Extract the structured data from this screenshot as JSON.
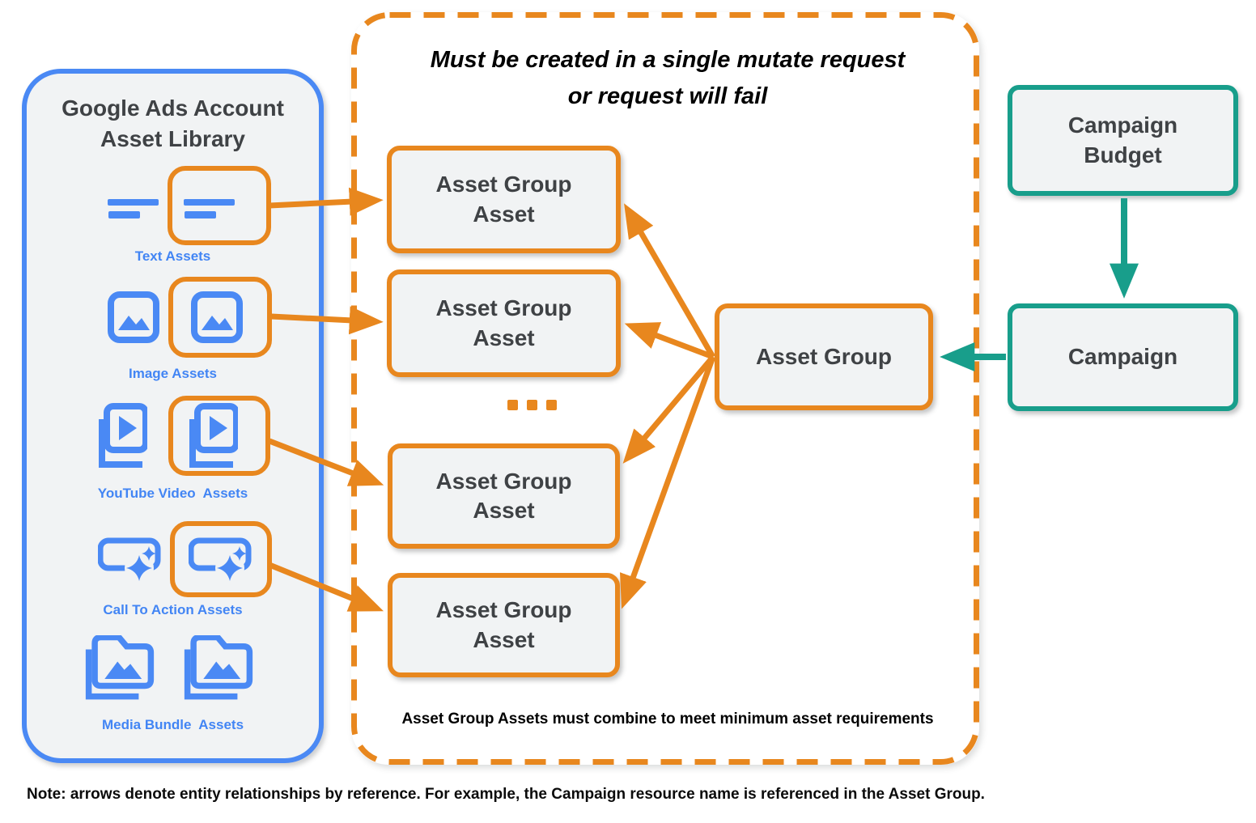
{
  "library": {
    "title_line1": "Google Ads Account",
    "title_line2": "Asset Library",
    "items": [
      {
        "icon": "text-lines-icon",
        "label": "Text Assets"
      },
      {
        "icon": "image-icon",
        "label": "Image Assets"
      },
      {
        "icon": "youtube-video-icon",
        "label": "YouTube Video  Assets"
      },
      {
        "icon": "call-to-action-icon",
        "label": "Call To Action Assets"
      },
      {
        "icon": "media-bundle-icon",
        "label": "Media Bundle  Assets"
      }
    ]
  },
  "mutate_box": {
    "title_line1": "Must be created in a single mutate request",
    "title_line2": "or request will fail",
    "asset_group_asset_boxes": [
      {
        "label": "Asset Group Asset"
      },
      {
        "label": "Asset Group Asset"
      },
      {
        "label": "Asset Group Asset"
      },
      {
        "label": "Asset Group Asset"
      }
    ],
    "ellipsis": "...",
    "caption": "Asset Group Assets must combine to meet minimum asset requirements"
  },
  "entities": {
    "asset_group": "Asset Group",
    "campaign_budget": "Campaign Budget",
    "campaign": "Campaign"
  },
  "note": "Note: arrows denote entity relationships by reference. For example, the Campaign resource name is referenced in the Asset Group.",
  "colors": {
    "orange": "#E8871E",
    "blue": "#4A89F4",
    "label_blue": "#4285F4",
    "teal": "#189E8B",
    "box_fill": "#F1F3F4",
    "dark_text": "#3F4245"
  }
}
